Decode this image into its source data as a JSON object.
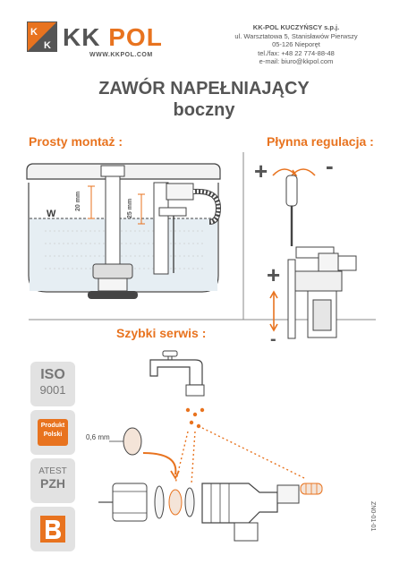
{
  "header": {
    "logo_kk": "KK",
    "logo_pol": "POL",
    "logo_url": "WWW.KKPOL.COM",
    "company_name": "KK-POL KUCZYŃSCY s.p.j.",
    "address_line1": "ul. Warsztatowa 5, Stanisławów Pierwszy",
    "address_line2": "05-126 Nieporęt",
    "phone": "tel./fax: +48 22 774-88-48",
    "email": "e-mail: biuro@kkpol.com"
  },
  "title": {
    "line1": "ZAWÓR NAPEŁNIAJĄCY",
    "line2": "boczny"
  },
  "sections": {
    "mounting": "Prosty montaż :",
    "regulation": "Płynna regulacja :",
    "service": "Szybki serwis :"
  },
  "labels": {
    "water_level": "W",
    "dim1": "20 mm",
    "dim2": "25 mm",
    "plus": "+",
    "minus": "-",
    "filter_size": "0,6 mm"
  },
  "badges": {
    "iso_top": "ISO",
    "iso_bottom": "9001",
    "produkt_line1": "Produkt",
    "produkt_line2": "Polski",
    "atest_line1": "ATEST",
    "atest_line2": "PZH"
  },
  "doc_code": "ZN0-01-01",
  "colors": {
    "accent": "#e8731f",
    "text": "#555555",
    "badge_bg": "#e2e2e2"
  }
}
